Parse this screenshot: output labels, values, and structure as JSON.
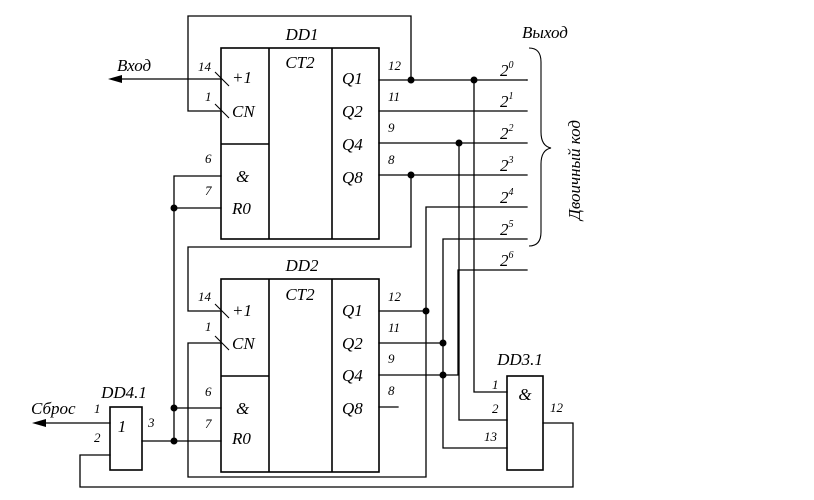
{
  "chips": {
    "dd1": {
      "name": "DD1",
      "func": "CT2",
      "in_top": "+1",
      "in_cn": "CN",
      "in_and": "&",
      "in_r0": "R0",
      "q1": "Q1",
      "q2": "Q2",
      "q4": "Q4",
      "q8": "Q8"
    },
    "dd2": {
      "name": "DD2",
      "func": "CT2",
      "in_top": "+1",
      "in_cn": "CN",
      "in_and": "&",
      "in_r0": "R0",
      "q1": "Q1",
      "q2": "Q2",
      "q4": "Q4",
      "q8": "Q8"
    },
    "dd3": {
      "name": "DD3.1",
      "func": "&"
    },
    "dd4": {
      "name": "DD4.1",
      "func": "1"
    }
  },
  "pins": {
    "dd1": {
      "p14": "14",
      "p1": "1",
      "p6": "6",
      "p7": "7",
      "p12": "12",
      "p11": "11",
      "p9": "9",
      "p8": "8"
    },
    "dd2": {
      "p14": "14",
      "p1": "1",
      "p6": "6",
      "p7": "7",
      "p12": "12",
      "p11": "11",
      "p9": "9",
      "p8": "8"
    },
    "dd3": {
      "p1": "1",
      "p2": "2",
      "p13": "13",
      "p12": "12"
    },
    "dd4": {
      "p1": "1",
      "p2": "2",
      "p3": "3"
    }
  },
  "signals": {
    "input": "Вход",
    "reset": "Сброс",
    "output": "Выход",
    "binary_code": "Двоичный код"
  },
  "bits": [
    {
      "base": "2",
      "exp": "0"
    },
    {
      "base": "2",
      "exp": "1"
    },
    {
      "base": "2",
      "exp": "2"
    },
    {
      "base": "2",
      "exp": "3"
    },
    {
      "base": "2",
      "exp": "4"
    },
    {
      "base": "2",
      "exp": "5"
    },
    {
      "base": "2",
      "exp": "6"
    }
  ]
}
